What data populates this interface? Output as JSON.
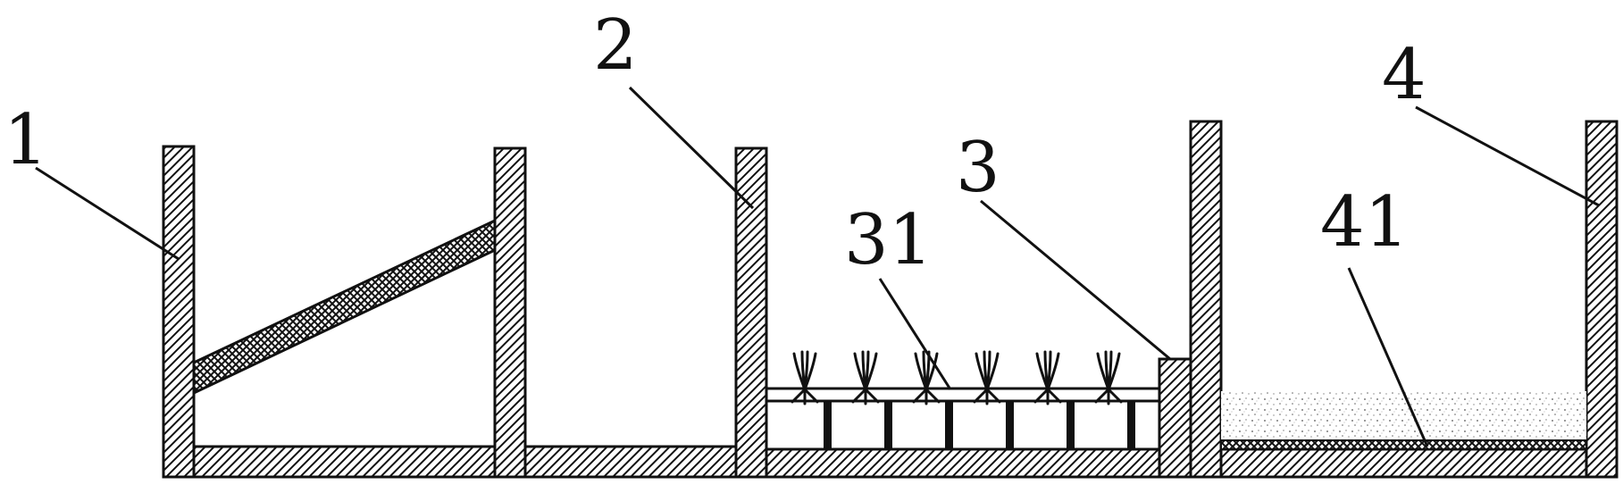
{
  "labels": {
    "l1": "1",
    "l2": "2",
    "l3": "3",
    "l31": "31",
    "l4": "4",
    "l41": "41"
  },
  "colors": {
    "line": "#111111",
    "background": "#ffffff"
  }
}
